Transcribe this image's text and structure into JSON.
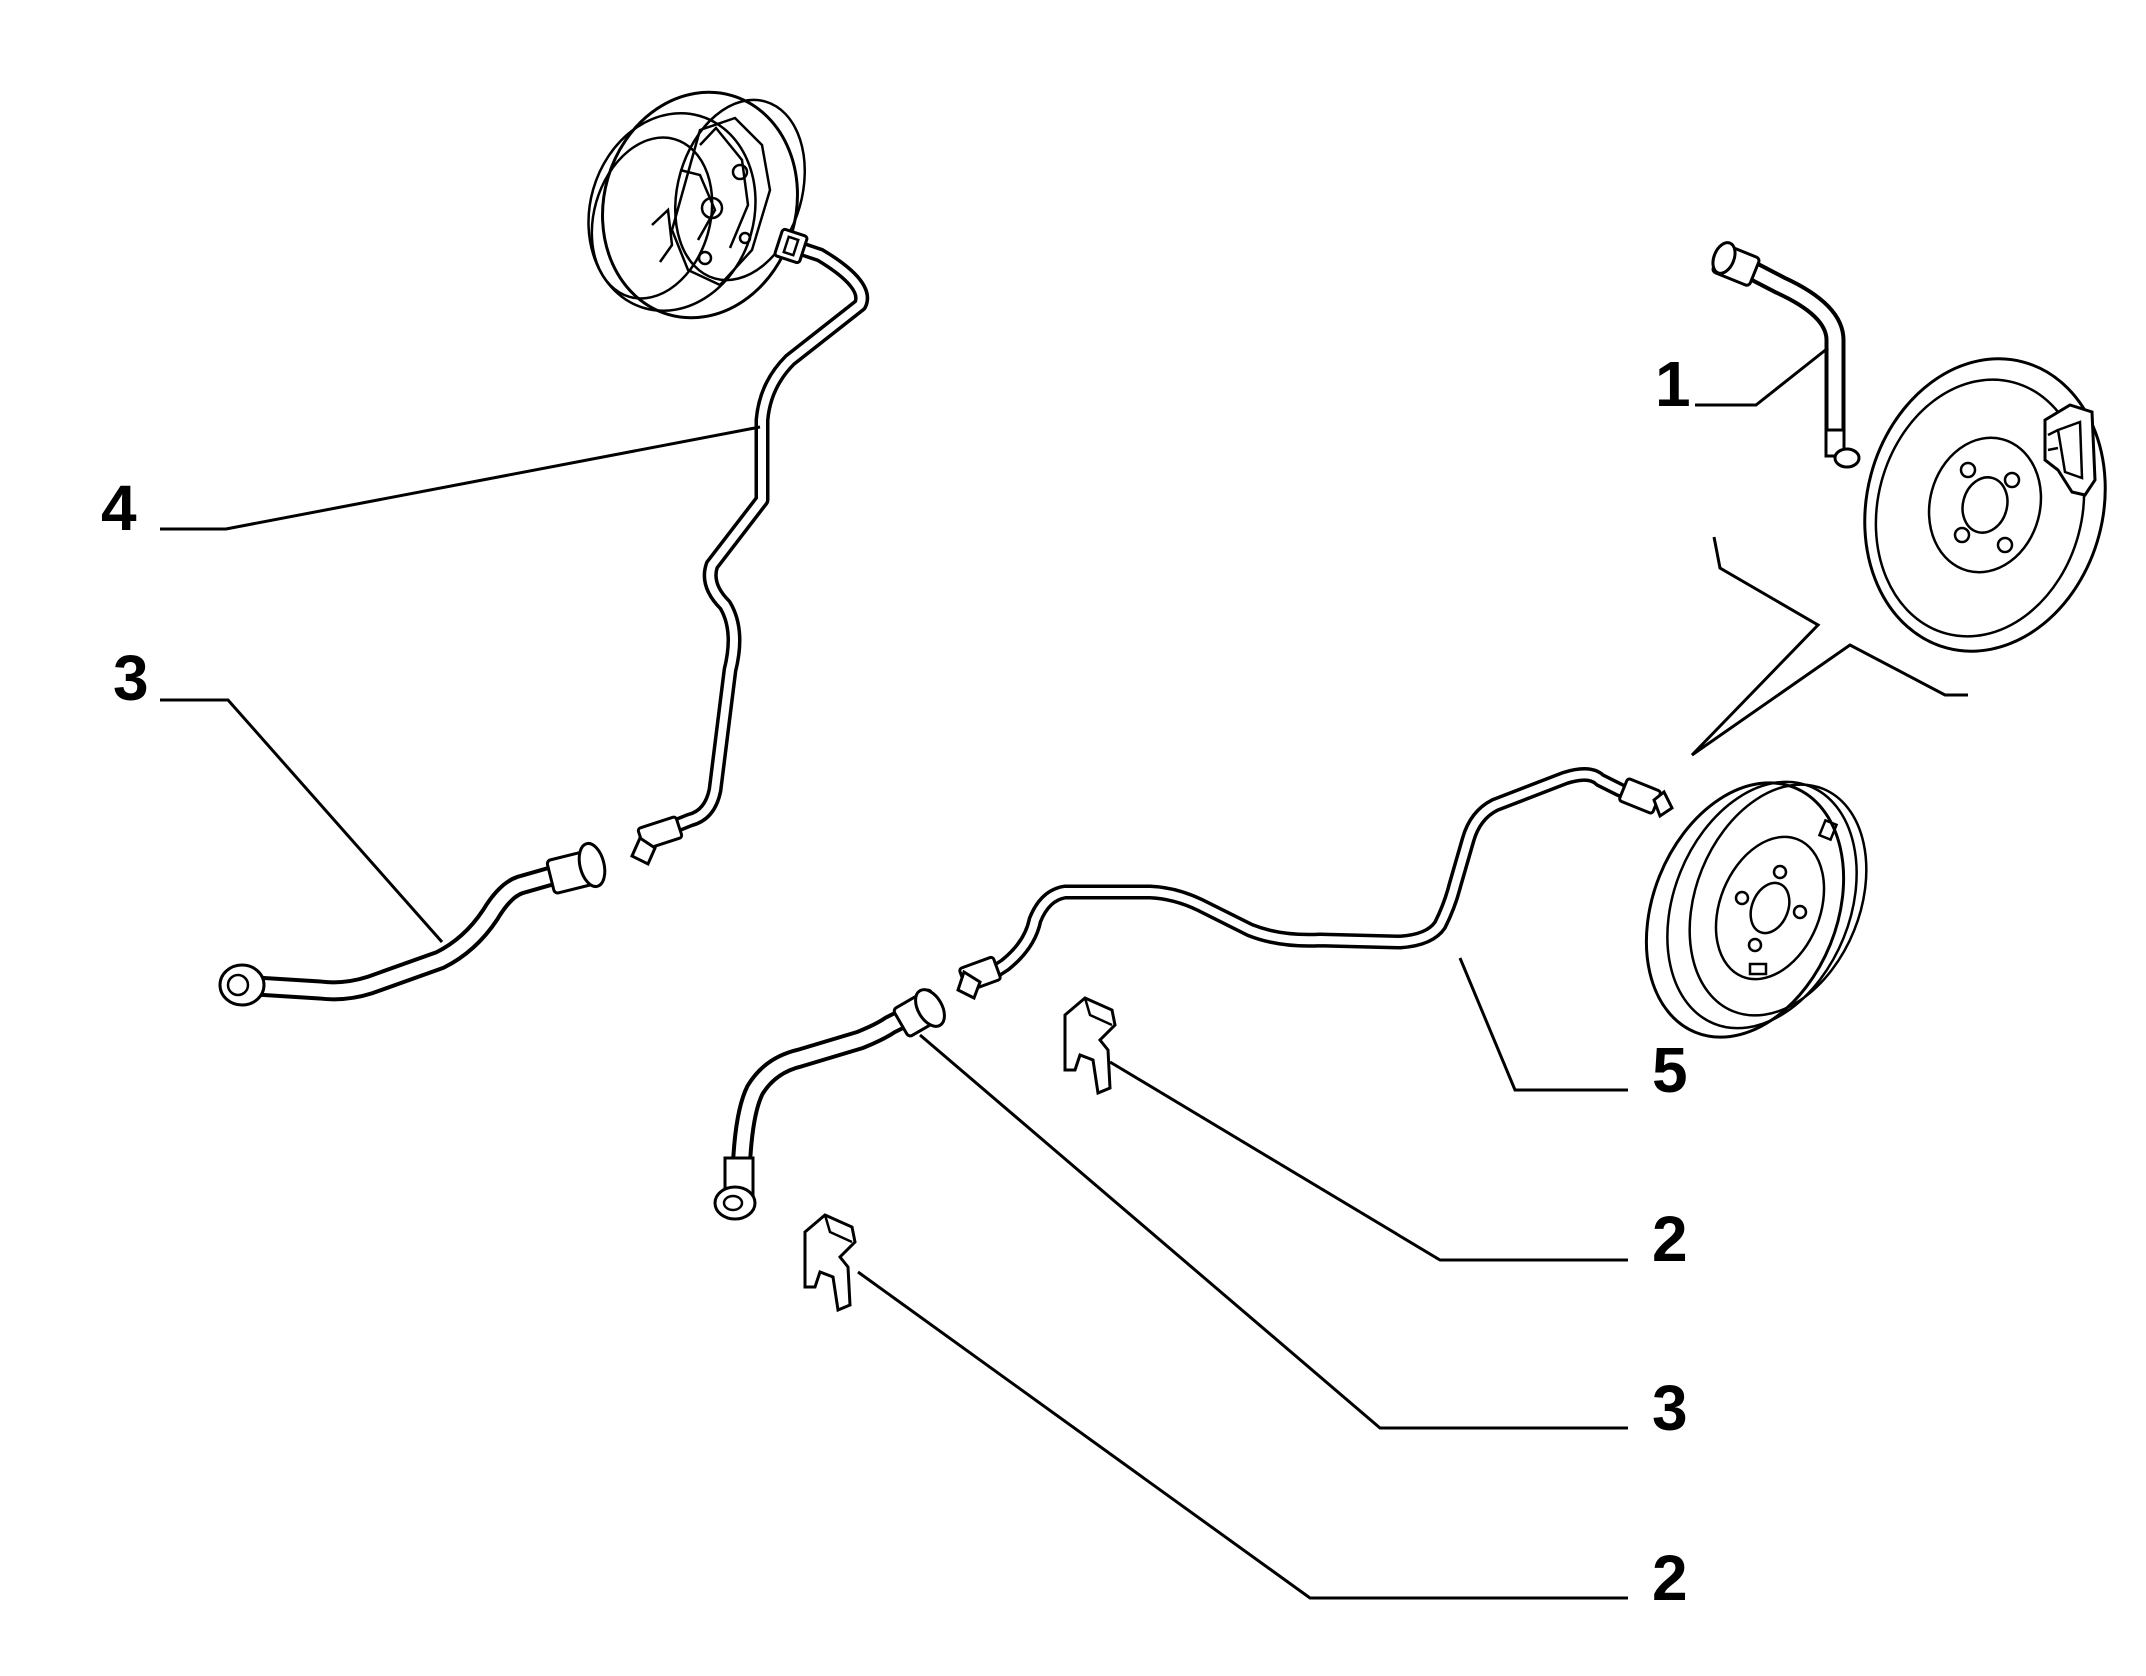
{
  "callouts": {
    "c1": "1",
    "c2a": "2",
    "c2b": "2",
    "c3a": "3",
    "c3b": "3",
    "c4": "4",
    "c5": "5"
  }
}
